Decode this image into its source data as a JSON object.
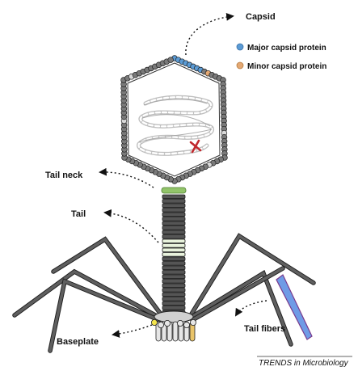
{
  "labels": {
    "capsid": "Capsid",
    "tail_neck": "Tail neck",
    "tail": "Tail",
    "baseplate": "Baseplate",
    "tail_fibers": "Tail fibers"
  },
  "legend": {
    "major": {
      "label": "Major capsid protein",
      "color": "#5b9bd5"
    },
    "minor": {
      "label": "Minor capsid protein",
      "color": "#e4a873"
    }
  },
  "credit": "TRENDS in Microbiology",
  "colors": {
    "capsomere": "#7a7a7a",
    "capsomere_light": "#d9d9d9",
    "tail_segment": "#555555",
    "tail_highlight": "#e8f2dc",
    "neck": "#92c46a",
    "fiber": "#5f5f5f",
    "fiber_tip_blue": "#6f9be6",
    "fiber_tip_purple": "#7a3a8c",
    "dna_mark": "#c1282d",
    "baseplate_yellow": "#f3e44d",
    "baseplate_gold": "#e9c46a"
  }
}
